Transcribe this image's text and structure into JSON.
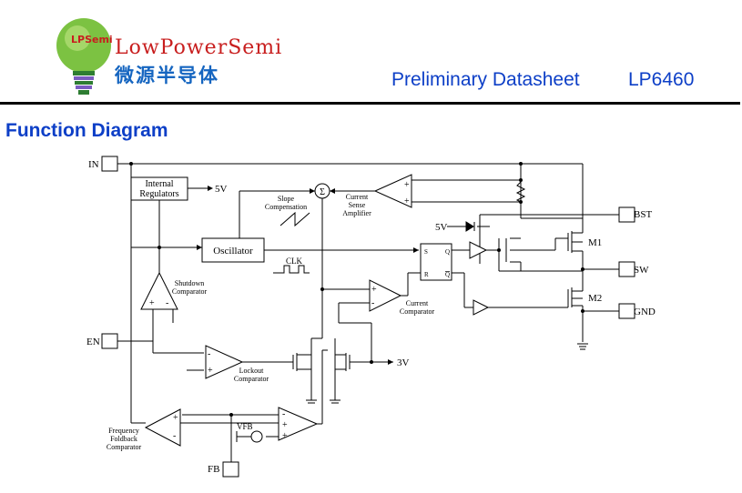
{
  "header": {
    "logo_badge": "LPSemi",
    "brand_en": "LowPowerSemi",
    "brand_cn": "微源半导体",
    "doc_title": "Preliminary Datasheet",
    "part_number": "LP6460"
  },
  "section_title": "Function Diagram",
  "diagram": {
    "pins": {
      "in": "IN",
      "en": "EN",
      "fb": "FB",
      "bst": "BST",
      "sw": "SW",
      "gnd": "GND"
    },
    "blocks": {
      "internal_regulators_l1": "Internal",
      "internal_regulators_l2": "Regulators",
      "regulator_out": "5V",
      "oscillator": "Oscillator",
      "clk": "CLK",
      "slope_l1": "Slope",
      "slope_l2": "Compensation",
      "sum_symbol": "Σ",
      "csa_l1": "Current",
      "csa_l2": "Sense",
      "csa_l3": "Amplifier",
      "shutdown_l1": "Shutdown",
      "shutdown_l2": "Comparator",
      "current_comp_l1": "Current",
      "current_comp_l2": "Comparator",
      "lockout_l1": "Lockout",
      "lockout_l2": "Comparator",
      "ffb_l1": "Frequency",
      "ffb_l2": "Foldback",
      "ffb_l3": "Comparator",
      "vfb": "VFB",
      "v3": "3V",
      "v5_bst": "5V",
      "m1": "M1",
      "m2": "M2",
      "ff_s": "S",
      "ff_r": "R",
      "ff_q": "Q",
      "ff_qb": "Q"
    }
  }
}
